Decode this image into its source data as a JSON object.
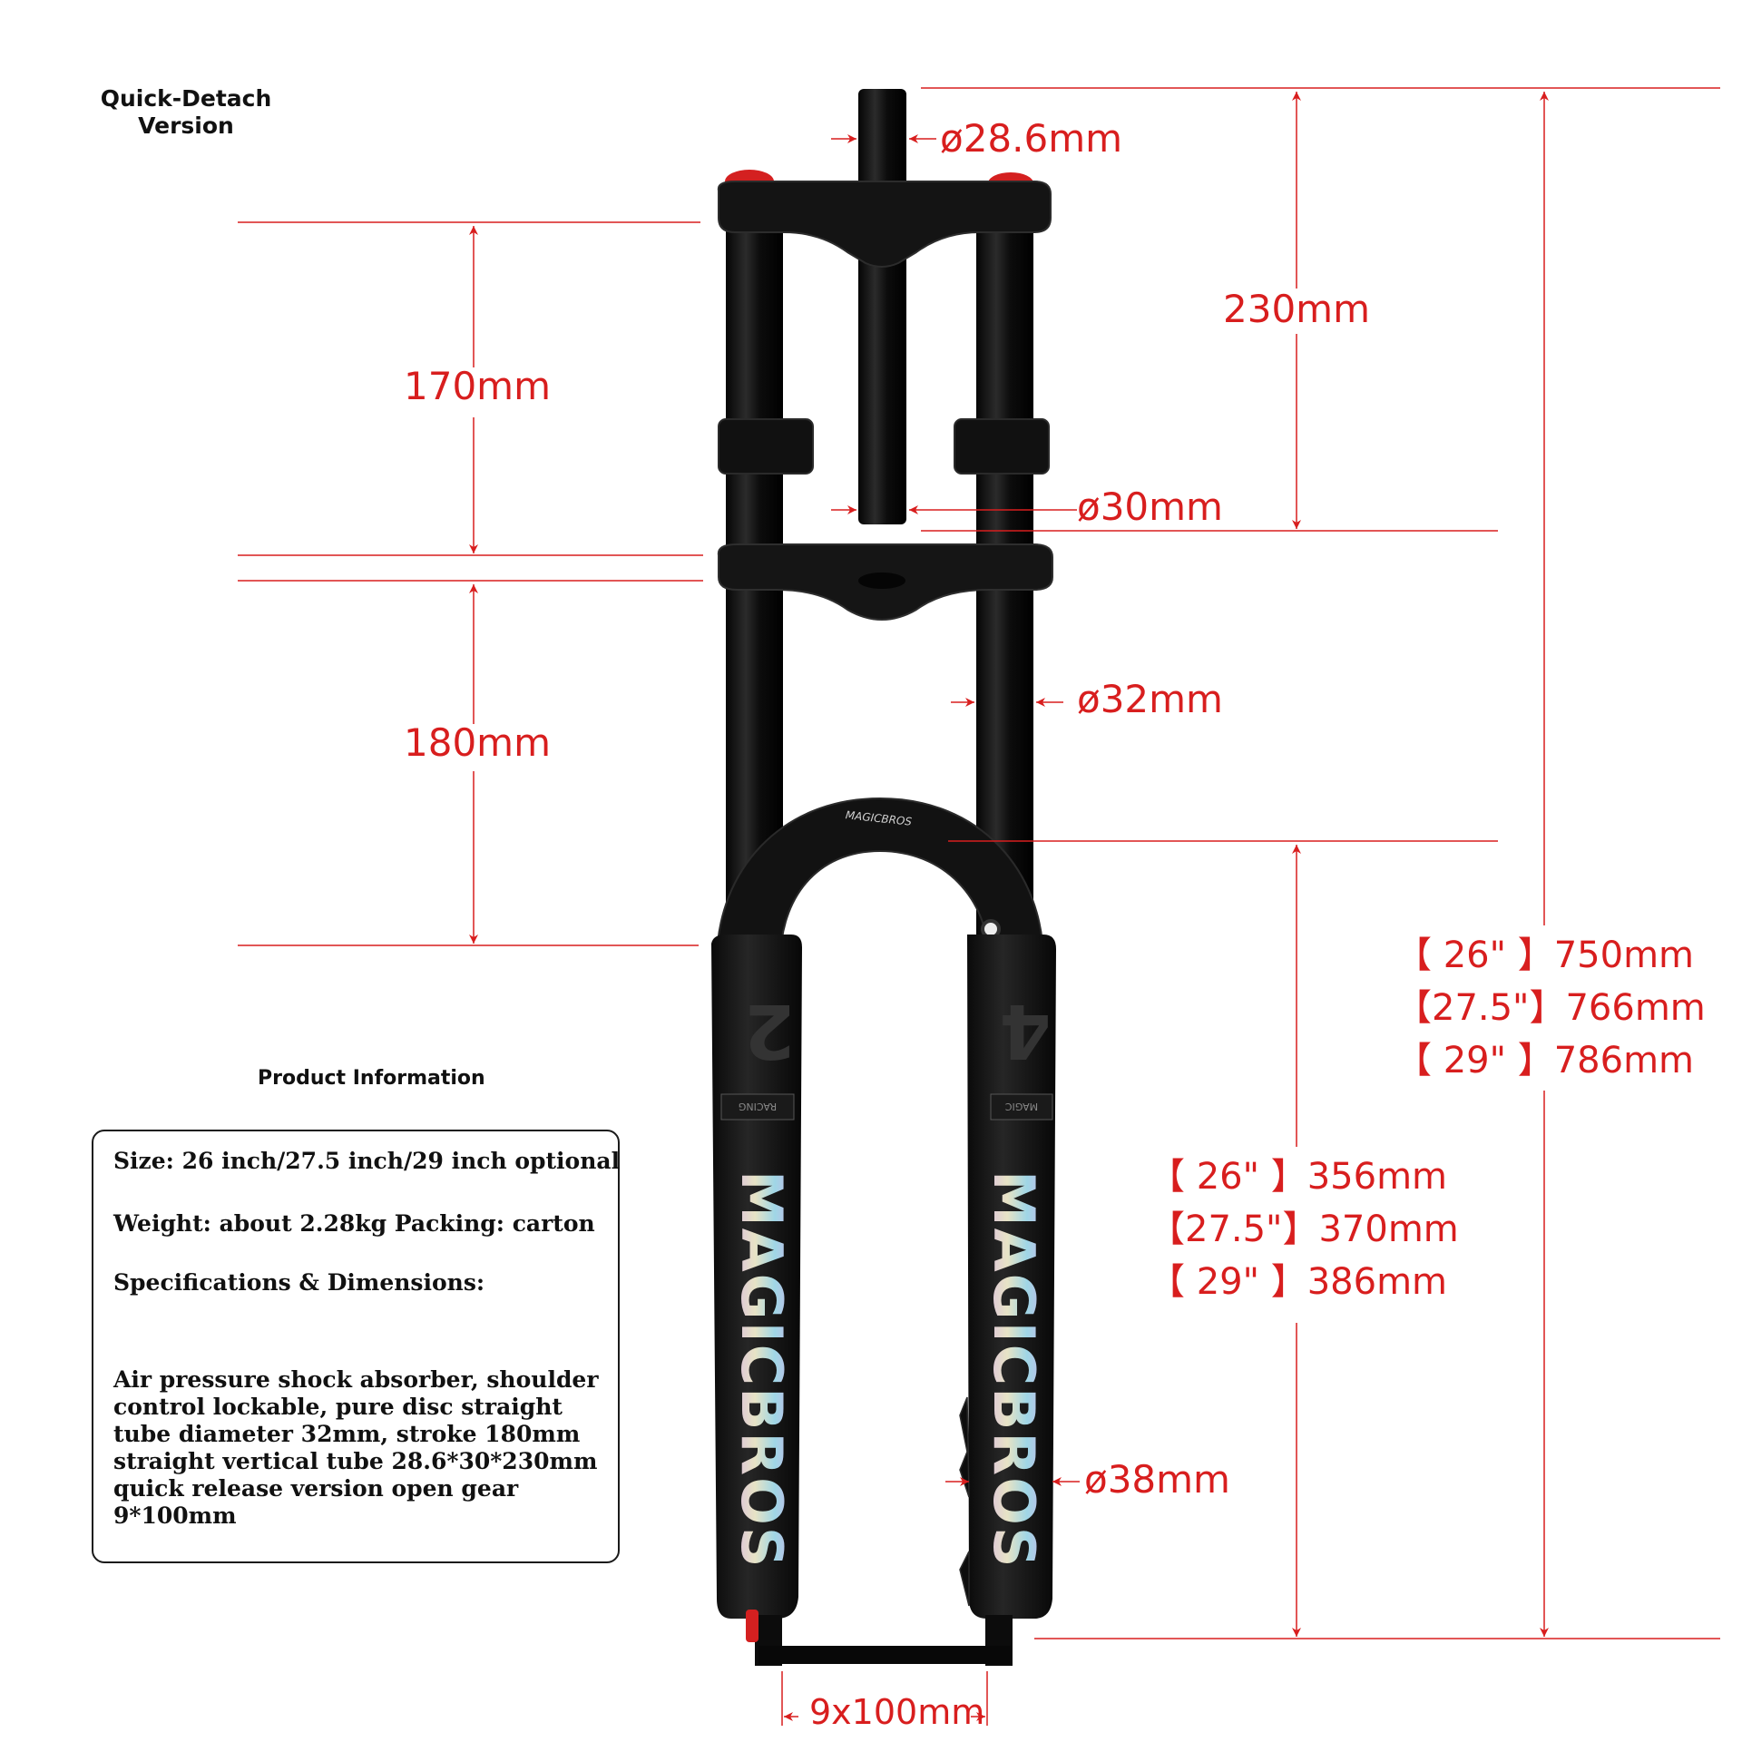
{
  "title": {
    "line1": "Quick-Detach",
    "line2": "Version"
  },
  "dimensions": {
    "steerer_top_diameter": "ø28.6mm",
    "steerer_bottom_diameter": "ø30mm",
    "stanchion_diameter": "ø32mm",
    "lower_leg_diameter": "ø38mm",
    "crown_spacing": "170mm",
    "stanchion_exposed": "180mm",
    "steerer_length": "230mm",
    "axle": "9x100mm"
  },
  "overall_length": [
    {
      "size": "【 26\" 】",
      "value": "750mm"
    },
    {
      "size": "【27.5\"】",
      "value": "766mm"
    },
    {
      "size": "【 29\" 】",
      "value": "786mm"
    }
  ],
  "lower_length": [
    {
      "size": "【 26\" 】",
      "value": "356mm"
    },
    {
      "size": "【27.5\"】",
      "value": "370mm"
    },
    {
      "size": "【 29\" 】",
      "value": "386mm"
    }
  ],
  "product_info": {
    "heading": "Product Information",
    "size": "Size: 26 inch/27.5 inch/29 inch optional",
    "weight_packing": "Weight: about 2.28kg Packing: carton",
    "specs_heading": "Specifications & Dimensions:",
    "description": "Air pressure shock absorber, shoulder control lockable, pure disc straight tube diameter 32mm, stroke 180mm straight vertical tube 28.6*30*230mm quick release version open gear 9*100mm"
  },
  "decals": {
    "brand": "MAGICBROS",
    "left_number": "2",
    "right_number": "4",
    "racing": "RACING",
    "magic": "MAGIC"
  },
  "colors": {
    "dimension_red": "#d81e1e",
    "fork_black": "#111111",
    "adjuster_red": "#d42020"
  }
}
